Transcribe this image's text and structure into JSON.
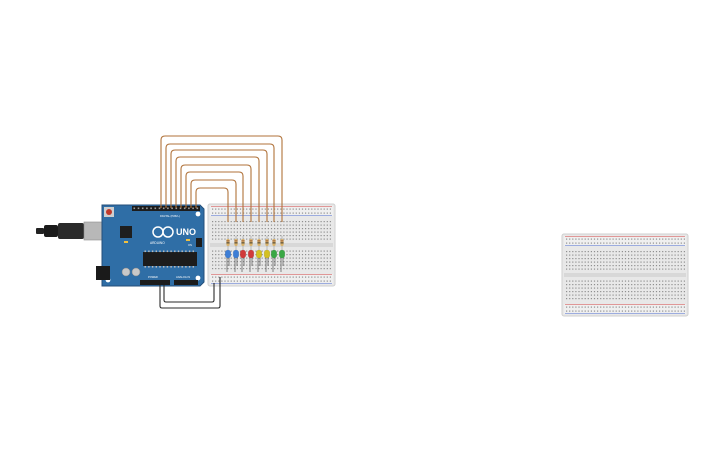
{
  "workspace": {
    "background": "#ffffff"
  },
  "arduino": {
    "model": "UNO",
    "brand": "ARDUINO",
    "board_color": "#2f6ea6",
    "header_label": "DIGITAL (PWM~)",
    "power_label": "POWER",
    "analog_label": "ANALOG IN",
    "on_label": "ON",
    "icons": {
      "usb": "usb-connector-icon",
      "power_jack": "power-jack-icon",
      "reset": "reset-button-icon"
    }
  },
  "breadboards": [
    {
      "name": "main-breadboard",
      "color": "#e6e6e6"
    },
    {
      "name": "secondary-breadboard",
      "color": "#e6e6e6"
    }
  ],
  "leds": [
    {
      "color": "#3d7ed6"
    },
    {
      "color": "#3d7ed6"
    },
    {
      "color": "#d13a3a"
    },
    {
      "color": "#d13a3a"
    },
    {
      "color": "#d4c021"
    },
    {
      "color": "#d4c021"
    },
    {
      "color": "#3aa845"
    },
    {
      "color": "#3aa845"
    }
  ],
  "wire_colors": {
    "signal": "#b0723a",
    "ground": "#2a2a2a",
    "rail_red": "#d14040",
    "rail_blue": "#4a6ad0"
  },
  "resistor_color": "#d9b26b"
}
